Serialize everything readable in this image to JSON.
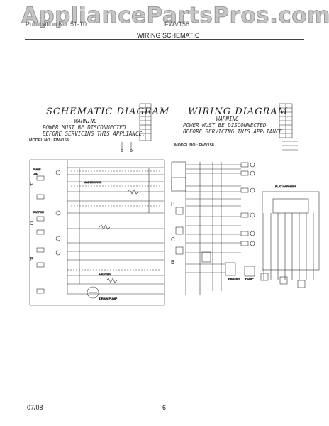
{
  "watermark": "AppliancePartsPros.com",
  "header": {
    "left_label": "Publication No. 51-10",
    "model_label": "FWV158",
    "section_title": "WIRING SCHEMATIC"
  },
  "schematic": {
    "title": "SCHEMATIC DIAGRAM",
    "warning_heading": "WARNING",
    "warning_line1": "POWER MUST BE DISCONNECTED",
    "warning_line2": "BEFORE SERVICING THIS APPLIANCE.",
    "model_text": "MODEL NO.: FWV158",
    "section_letters": [
      "P",
      "C",
      "B"
    ]
  },
  "wiring": {
    "title": "WIRING DIAGRAM",
    "warning_heading": "WARNING",
    "warning_line1": "POWER MUST BE DISCONNECTED",
    "warning_line2": "BEFORE SERVICING THIS APPLIANCE.",
    "model_text": "MODEL NO.: FWV158",
    "section_letters": [
      "P",
      "C",
      "B"
    ]
  },
  "footer": {
    "date": "07/08",
    "page": "6"
  }
}
